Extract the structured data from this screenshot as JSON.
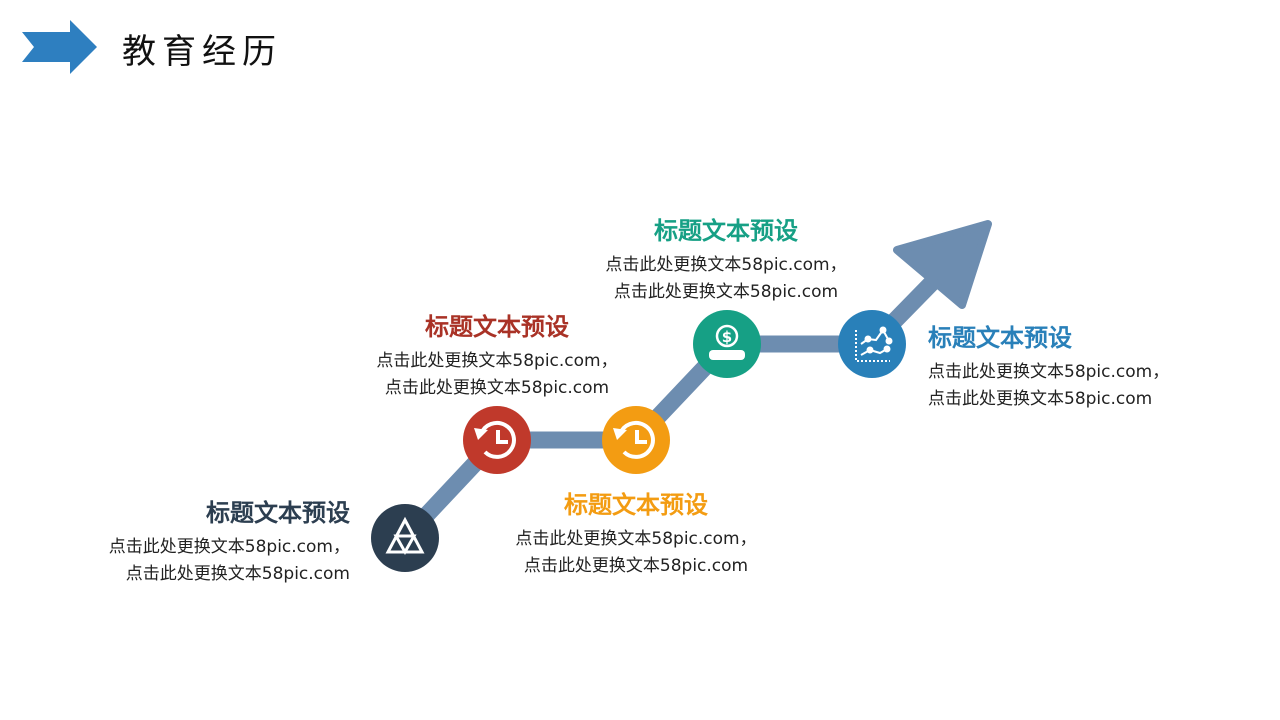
{
  "header": {
    "title": "教育经历"
  },
  "colors": {
    "path": "#6d8db0",
    "header_arrow": "#2e7fc0"
  },
  "steps": [
    {
      "title": "标题文本预设",
      "line1": "点击此处更换文本58pic.com，",
      "line2": "点击此处更换文本58pic.com",
      "color": "#2c3e50",
      "icon": "triangle-icon"
    },
    {
      "title": "标题文本预设",
      "line1": "点击此处更换文本58pic.com，",
      "line2": "点击此处更换文本58pic.com",
      "color": "#c0392b",
      "icon": "history-clock-icon"
    },
    {
      "title": "标题文本预设",
      "line1": "点击此处更换文本58pic.com，",
      "line2": "点击此处更换文本58pic.com",
      "color": "#f39c12",
      "icon": "history-clock-icon"
    },
    {
      "title": "标题文本预设",
      "line1": "点击此处更换文本58pic.com，",
      "line2": "点击此处更换文本58pic.com",
      "color": "#16a085",
      "icon": "dollar-person-icon"
    },
    {
      "title": "标题文本预设",
      "line1": "点击此处更换文本58pic.com，",
      "line2": "点击此处更换文本58pic.com",
      "color": "#2980b9",
      "icon": "line-chart-icon"
    }
  ]
}
